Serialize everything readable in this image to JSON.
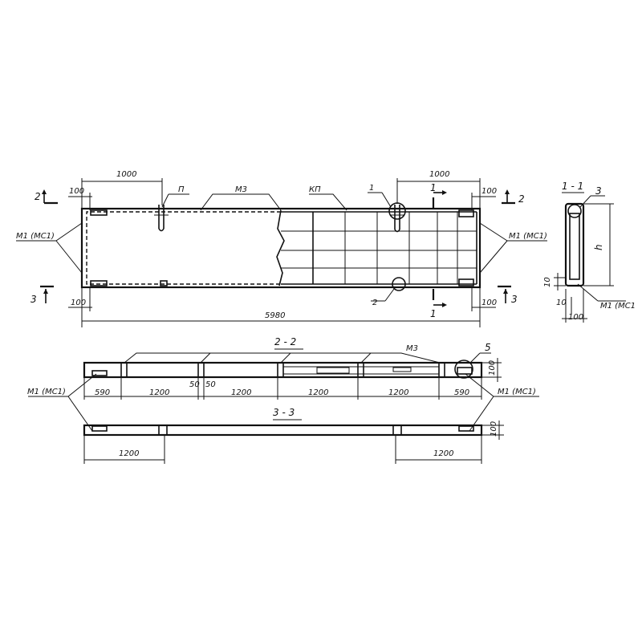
{
  "labels": {
    "plan": {
      "dim_left": "1000",
      "dim_right": "1000",
      "dim_100_tl": "100",
      "dim_100_tr": "100",
      "dim_100_bl": "100",
      "dim_100_br": "100",
      "dim_total": "5980",
      "p": "П",
      "m3": "М3",
      "kp": "КП",
      "callout_1": "1",
      "callout_2": "2",
      "m1_left": "М1 (МС1)",
      "m1_right": "М1 (МС1)",
      "sec_2_left": "2",
      "sec_2_right": "2",
      "sec_3_left": "3",
      "sec_3_right": "3",
      "sec_1_top": "1",
      "sec_1_bottom": "1"
    },
    "section_1": {
      "title": "1 - 1",
      "callout_3": "3",
      "h": "h",
      "dim_10a": "10",
      "dim_10b": "10",
      "dim_100": "100",
      "m1": "М1 (МС1"
    },
    "section_2": {
      "title": "2 - 2",
      "m3": "М3",
      "callout_5": "5",
      "d590_left": "590",
      "d1200_1": "1200",
      "d50a": "50",
      "d50b": "50",
      "d1200_2": "1200",
      "d1200_3": "1200",
      "d1200_4": "1200",
      "d590_right": "590",
      "d100": "100",
      "m1_left": "М1 (МС1)",
      "m1_right": "М1 (МС1)"
    },
    "section_3": {
      "title": "3 - 3",
      "d1200_left": "1200",
      "d1200_right": "1200",
      "d100": "100"
    }
  }
}
